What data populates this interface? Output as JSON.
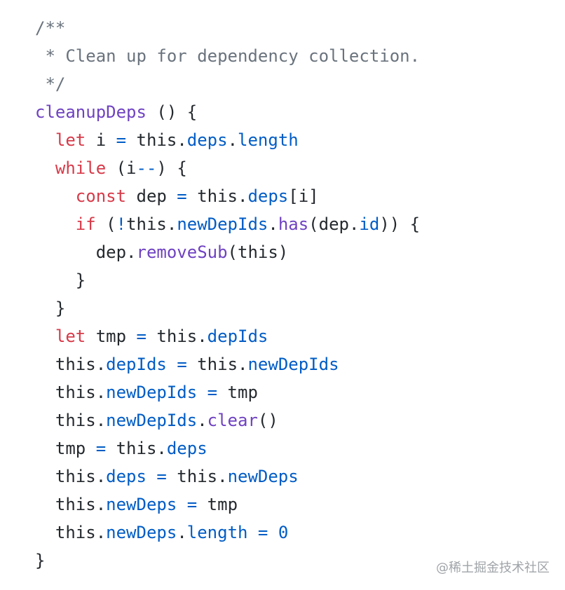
{
  "code": {
    "lines": [
      [
        {
          "t": "/**",
          "c": "comment"
        }
      ],
      [
        {
          "t": " * Clean up for dependency collection.",
          "c": "comment"
        }
      ],
      [
        {
          "t": " */",
          "c": "comment"
        }
      ],
      [
        {
          "t": "cleanupDeps",
          "c": "func"
        },
        {
          "t": " () {",
          "c": "plain"
        }
      ],
      [
        {
          "t": "  ",
          "c": "plain"
        },
        {
          "t": "let",
          "c": "keyword"
        },
        {
          "t": " i ",
          "c": "plain"
        },
        {
          "t": "=",
          "c": "op"
        },
        {
          "t": " this.",
          "c": "plain"
        },
        {
          "t": "deps",
          "c": "prop"
        },
        {
          "t": ".",
          "c": "plain"
        },
        {
          "t": "length",
          "c": "prop"
        }
      ],
      [
        {
          "t": "  ",
          "c": "plain"
        },
        {
          "t": "while",
          "c": "keyword"
        },
        {
          "t": " (i",
          "c": "plain"
        },
        {
          "t": "--",
          "c": "op"
        },
        {
          "t": ") {",
          "c": "plain"
        }
      ],
      [
        {
          "t": "    ",
          "c": "plain"
        },
        {
          "t": "const",
          "c": "keyword"
        },
        {
          "t": " dep ",
          "c": "plain"
        },
        {
          "t": "=",
          "c": "op"
        },
        {
          "t": " this.",
          "c": "plain"
        },
        {
          "t": "deps",
          "c": "prop"
        },
        {
          "t": "[i]",
          "c": "plain"
        }
      ],
      [
        {
          "t": "    ",
          "c": "plain"
        },
        {
          "t": "if",
          "c": "keyword"
        },
        {
          "t": " (",
          "c": "plain"
        },
        {
          "t": "!",
          "c": "op"
        },
        {
          "t": "this.",
          "c": "plain"
        },
        {
          "t": "newDepIds",
          "c": "prop"
        },
        {
          "t": ".",
          "c": "plain"
        },
        {
          "t": "has",
          "c": "func"
        },
        {
          "t": "(dep.",
          "c": "plain"
        },
        {
          "t": "id",
          "c": "prop"
        },
        {
          "t": ")) {",
          "c": "plain"
        }
      ],
      [
        {
          "t": "      dep.",
          "c": "plain"
        },
        {
          "t": "removeSub",
          "c": "func"
        },
        {
          "t": "(this)",
          "c": "plain"
        }
      ],
      [
        {
          "t": "    }",
          "c": "plain"
        }
      ],
      [
        {
          "t": "  }",
          "c": "plain"
        }
      ],
      [
        {
          "t": "  ",
          "c": "plain"
        },
        {
          "t": "let",
          "c": "keyword"
        },
        {
          "t": " tmp ",
          "c": "plain"
        },
        {
          "t": "=",
          "c": "op"
        },
        {
          "t": " this.",
          "c": "plain"
        },
        {
          "t": "depIds",
          "c": "prop"
        }
      ],
      [
        {
          "t": "  this.",
          "c": "plain"
        },
        {
          "t": "depIds",
          "c": "prop"
        },
        {
          "t": " ",
          "c": "plain"
        },
        {
          "t": "=",
          "c": "op"
        },
        {
          "t": " this.",
          "c": "plain"
        },
        {
          "t": "newDepIds",
          "c": "prop"
        }
      ],
      [
        {
          "t": "  this.",
          "c": "plain"
        },
        {
          "t": "newDepIds",
          "c": "prop"
        },
        {
          "t": " ",
          "c": "plain"
        },
        {
          "t": "=",
          "c": "op"
        },
        {
          "t": " tmp",
          "c": "plain"
        }
      ],
      [
        {
          "t": "  this.",
          "c": "plain"
        },
        {
          "t": "newDepIds",
          "c": "prop"
        },
        {
          "t": ".",
          "c": "plain"
        },
        {
          "t": "clear",
          "c": "func"
        },
        {
          "t": "()",
          "c": "plain"
        }
      ],
      [
        {
          "t": "  tmp ",
          "c": "plain"
        },
        {
          "t": "=",
          "c": "op"
        },
        {
          "t": " this.",
          "c": "plain"
        },
        {
          "t": "deps",
          "c": "prop"
        }
      ],
      [
        {
          "t": "  this.",
          "c": "plain"
        },
        {
          "t": "deps",
          "c": "prop"
        },
        {
          "t": " ",
          "c": "plain"
        },
        {
          "t": "=",
          "c": "op"
        },
        {
          "t": " this.",
          "c": "plain"
        },
        {
          "t": "newDeps",
          "c": "prop"
        }
      ],
      [
        {
          "t": "  this.",
          "c": "plain"
        },
        {
          "t": "newDeps",
          "c": "prop"
        },
        {
          "t": " ",
          "c": "plain"
        },
        {
          "t": "=",
          "c": "op"
        },
        {
          "t": " tmp",
          "c": "plain"
        }
      ],
      [
        {
          "t": "  this.",
          "c": "plain"
        },
        {
          "t": "newDeps",
          "c": "prop"
        },
        {
          "t": ".",
          "c": "plain"
        },
        {
          "t": "length",
          "c": "prop"
        },
        {
          "t": " ",
          "c": "plain"
        },
        {
          "t": "=",
          "c": "op"
        },
        {
          "t": " ",
          "c": "plain"
        },
        {
          "t": "0",
          "c": "prop"
        }
      ],
      [
        {
          "t": "}",
          "c": "plain"
        }
      ]
    ]
  },
  "watermark": "@稀土掘金技术社区",
  "colors": {
    "comment": "#6a737d",
    "keyword": "#d73a49",
    "func": "#6f42c1",
    "prop": "#005cc5",
    "plain": "#24292e"
  }
}
